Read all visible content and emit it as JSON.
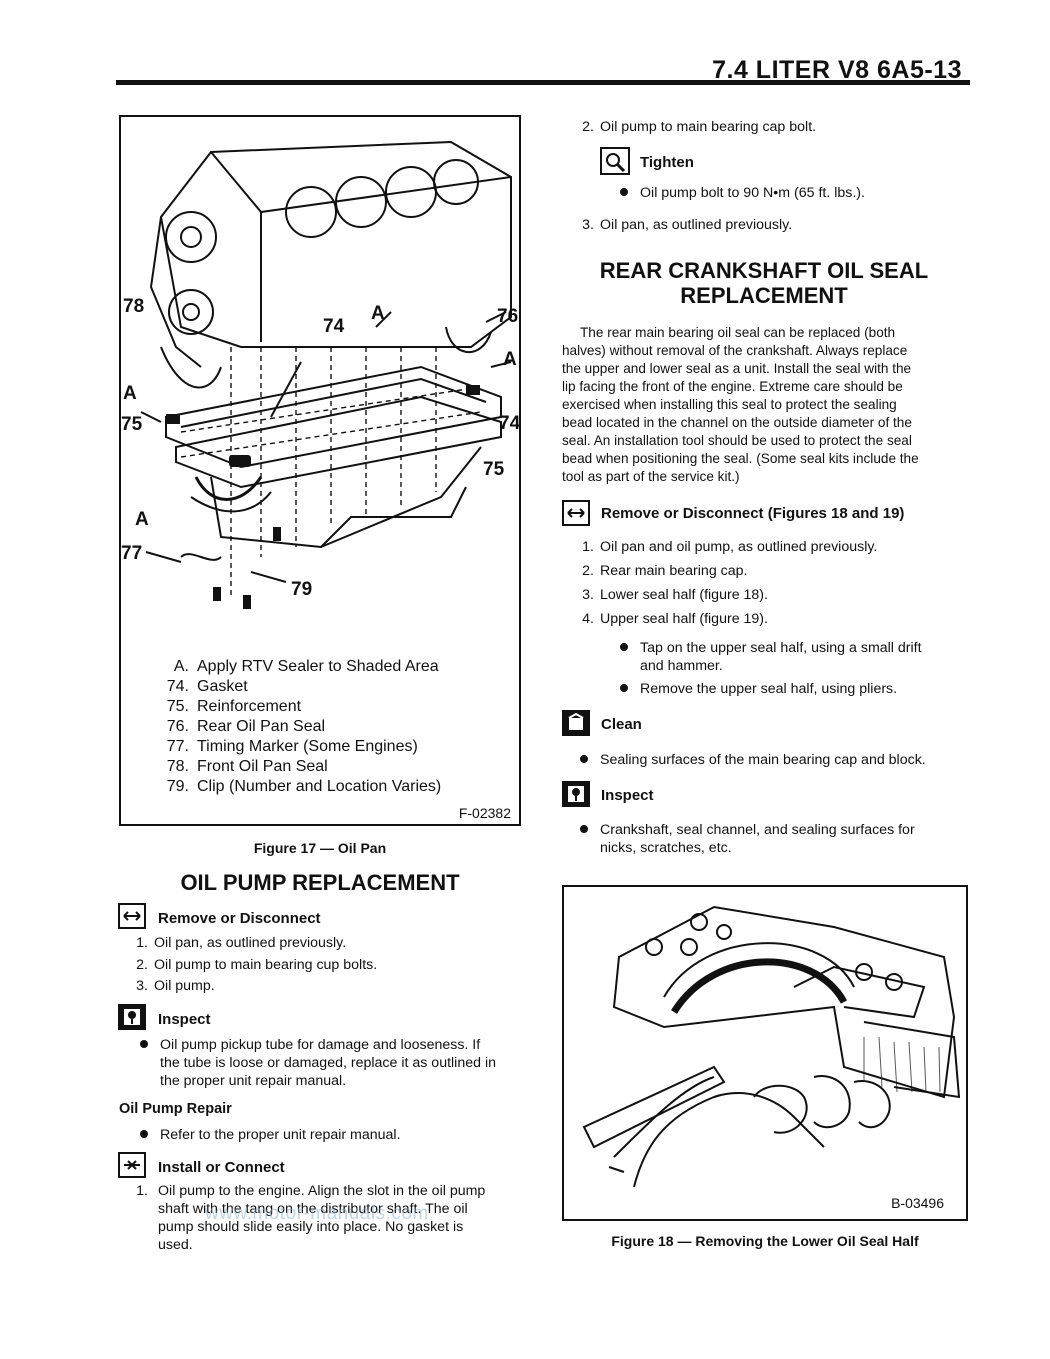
{
  "header": {
    "title": "7.4 LITER V8 6A5-13"
  },
  "figure17": {
    "callouts": {
      "a1": "A",
      "a2": "A",
      "a3": "A",
      "a4": "A",
      "n74a": "74",
      "n74b": "74",
      "n75a": "75",
      "n75b": "75",
      "n76": "76",
      "n77": "77",
      "n78": "78",
      "n79": "79"
    },
    "legend": [
      {
        "key": "A.",
        "text": "Apply RTV Sealer to Shaded Area"
      },
      {
        "key": "74.",
        "text": "Gasket"
      },
      {
        "key": "75.",
        "text": "Reinforcement"
      },
      {
        "key": "76.",
        "text": "Rear Oil Pan Seal"
      },
      {
        "key": "77.",
        "text": "Timing Marker (Some Engines)"
      },
      {
        "key": "78.",
        "text": "Front Oil Pan Seal"
      },
      {
        "key": "79.",
        "text": "Clip (Number and Location Varies)"
      }
    ],
    "code": "F-02382",
    "caption": "Figure 17 — Oil Pan"
  },
  "left": {
    "heading": "OIL PUMP REPLACEMENT",
    "remove_label": "Remove or Disconnect",
    "remove_items": [
      "Oil pan, as outlined previously.",
      "Oil pump to main bearing cup bolts.",
      "Oil pump."
    ],
    "inspect_label": "Inspect",
    "inspect_bullet": [
      "Oil pump pickup tube for damage and looseness. If",
      "the tube is loose or damaged, replace it as outlined in",
      "the proper unit repair manual."
    ],
    "repair_heading": "Oil Pump Repair",
    "repair_bullet": "Refer to the proper unit repair manual.",
    "install_label": "Install or Connect",
    "install_item": [
      "Oil pump to the engine. Align the slot in the oil pump",
      "shaft with the tang on the distributor shaft. The oil",
      "pump should slide easily into place. No gasket is",
      "used."
    ],
    "watermark": "www.motor-manuals.com"
  },
  "right": {
    "item2": "Oil pump to main bearing cap bolt.",
    "tighten_label": "Tighten",
    "tighten_bullet": "Oil pump bolt to 90 N•m (65 ft. lbs.).",
    "item3": "Oil pan, as outlined previously.",
    "heading_line1": "REAR CRANKSHAFT OIL SEAL",
    "heading_line2": "REPLACEMENT",
    "para": [
      "The rear main bearing oil seal can be replaced (both",
      "halves) without removal of the crankshaft. Always replace",
      "the upper and lower seal as a unit. Install the seal with the",
      "lip facing the front of the engine. Extreme care should be",
      "exercised when installing this seal to protect the sealing",
      "bead located in the channel on the outside diameter of the",
      "seal. An installation tool should be used to protect the seal",
      "bead when positioning the seal. (Some seal kits include the",
      "tool as part of the service kit.)"
    ],
    "remove_label": "Remove or Disconnect (Figures 18 and 19)",
    "remove_items": [
      "Oil pan and oil pump, as outlined previously.",
      "Rear main bearing cap.",
      "Lower seal half (figure 18).",
      "Upper seal half (figure 19)."
    ],
    "sub_bullets": [
      [
        "Tap on the upper seal half, using a small drift",
        "and hammer."
      ],
      [
        "Remove the upper seal half, using pliers."
      ]
    ],
    "clean_label": "Clean",
    "clean_bullet": "Sealing surfaces of the main bearing cap and block.",
    "inspect_label": "Inspect",
    "inspect_bullet": [
      "Crankshaft, seal channel, and sealing surfaces for",
      "nicks, scratches, etc."
    ]
  },
  "figure18": {
    "code": "B-03496",
    "caption": "Figure 18 — Removing the Lower Oil Seal Half"
  }
}
